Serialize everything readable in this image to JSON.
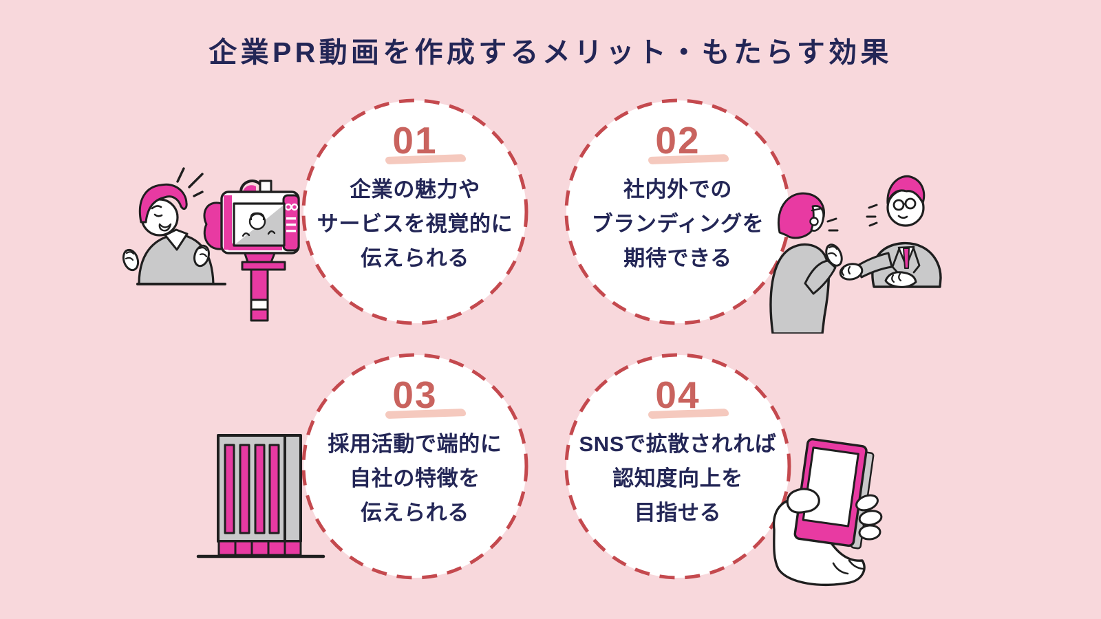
{
  "page": {
    "title": "企業PR動画を作成するメリット・もたらす効果"
  },
  "colors": {
    "background": "#F8D8DC",
    "circle_fill": "#FFFFFF",
    "circle_dash_red": "#C4494E",
    "number_coral": "#C9635E",
    "number_underline_peach": "#F4C3B7",
    "text_navy": "#232656",
    "accent_magenta": "#E83AA2",
    "illustration_gray": "#C9C9CA",
    "line_black": "#1F1F1F"
  },
  "cards": [
    {
      "number": "01",
      "lines": [
        "企業の魅力や",
        "サービスを視覚的に",
        "伝えられる"
      ]
    },
    {
      "number": "02",
      "lines": [
        "社内外での",
        "ブランディングを",
        "期待できる"
      ]
    },
    {
      "number": "03",
      "lines": [
        "採用活動で端的に",
        "自社の特徴を",
        "伝えられる"
      ]
    },
    {
      "number": "04",
      "lines": [
        "SNSで拡散されれば",
        "認知度向上を",
        "目指せる"
      ]
    }
  ],
  "illustrations": [
    {
      "name": "person-filmed-by-video-camera-illustration"
    },
    {
      "name": "two-businesspeople-talking-illustration"
    },
    {
      "name": "office-building-illustration"
    },
    {
      "name": "hand-holding-smartphone-illustration"
    }
  ]
}
